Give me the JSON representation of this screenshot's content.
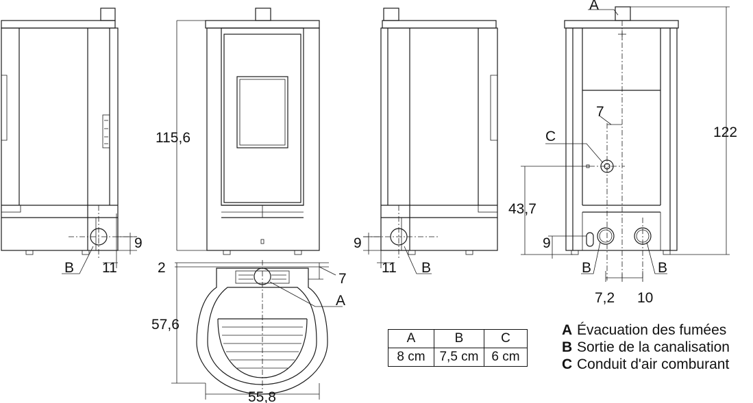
{
  "dimensions": {
    "height_front": "115,6",
    "height_total": "122",
    "depth": "57,6",
    "width": "55,8",
    "inlet_height": "43,7",
    "outlet_height_left": "9",
    "outlet_height_right": "9",
    "outlet_height_back": "9",
    "outlet_offset_left": "11",
    "outlet_offset_right": "11",
    "flue_offset_top": "2",
    "flue_offset_depth": "7",
    "inlet_offset": "7",
    "outlet_spacing_a": "7,2",
    "outlet_spacing_b": "10"
  },
  "callouts": {
    "a_top": "A",
    "a_plan": "A",
    "b_left": "B",
    "b_right": "B",
    "b_back_left": "B",
    "b_back_right": "B",
    "c_back": "C"
  },
  "spec_table": {
    "headers": [
      "A",
      "B",
      "C"
    ],
    "values": [
      "8 cm",
      "7,5 cm",
      "6 cm"
    ]
  },
  "legend": [
    {
      "key": "A",
      "text": "Évacuation des fumées"
    },
    {
      "key": "B",
      "text": "Sortie de la canalisation"
    },
    {
      "key": "C",
      "text": "Conduit d'air comburant"
    }
  ]
}
